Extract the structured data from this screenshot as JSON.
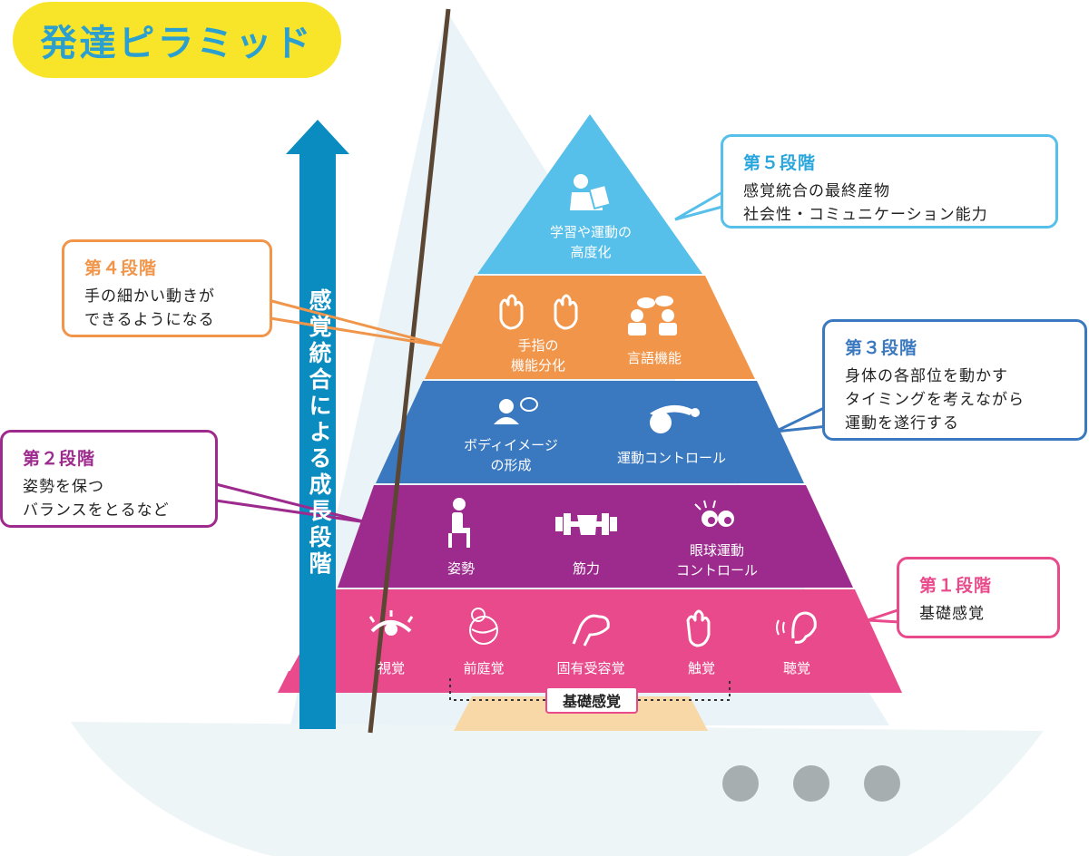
{
  "title": "発達ピラミッド",
  "vertical_label": "感覚統合による成長段階",
  "levels": [
    {
      "stage": "第５段階",
      "description": [
        "感覚統合の最終産物",
        "社会性・コミュニケーション能力"
      ],
      "items": [
        {
          "label": "学習や運動の\n高度化",
          "icon": "study-icon"
        }
      ],
      "color": "#56bfea"
    },
    {
      "stage": "第４段階",
      "description": [
        "手の細かい動きが",
        "できるようになる"
      ],
      "items": [
        {
          "label": "手指の\n機能分化",
          "icon": "hands-icon"
        },
        {
          "label": "言語機能",
          "icon": "conversation-icon"
        }
      ],
      "color": "#f0954a"
    },
    {
      "stage": "第３段階",
      "description": [
        "身体の各部位を動かす",
        "タイミングを考えながら",
        "運動を遂行する"
      ],
      "items": [
        {
          "label": "ボディイメージ\nの形成",
          "icon": "person-speech-icon"
        },
        {
          "label": "運動コントロール",
          "icon": "ball-exercise-icon"
        }
      ],
      "color": "#3a78bf"
    },
    {
      "stage": "第２段階",
      "description": [
        "姿勢を保つ",
        "バランスをとるなど"
      ],
      "items": [
        {
          "label": "姿勢",
          "icon": "sitting-person-icon"
        },
        {
          "label": "筋力",
          "icon": "dumbbell-icon"
        },
        {
          "label": "眼球運動\nコントロール",
          "icon": "eyes-icon"
        }
      ],
      "color": "#9d2b8e"
    },
    {
      "stage": "第１段階",
      "description": [
        "基礎感覚"
      ],
      "items": [
        {
          "label": "視覚",
          "icon": "eye-icon"
        },
        {
          "label": "前庭覚",
          "icon": "balance-ball-icon"
        },
        {
          "label": "固有受容覚",
          "icon": "muscle-arm-icon"
        },
        {
          "label": "触覚",
          "icon": "hand-icon"
        },
        {
          "label": "聴覚",
          "icon": "ear-icon"
        }
      ],
      "color": "#e84a8c"
    }
  ],
  "base_label": "基礎感覚",
  "colors": {
    "title_bg": "#f8e529",
    "title_text": "#2a9fd0",
    "arrow": "#0b8cc0",
    "sail": "#e7f3f8",
    "hull": "#eef4f6",
    "mast": "#5a4632",
    "porthole": "#a7aeb0",
    "base_peach": "#f9d8a8"
  }
}
